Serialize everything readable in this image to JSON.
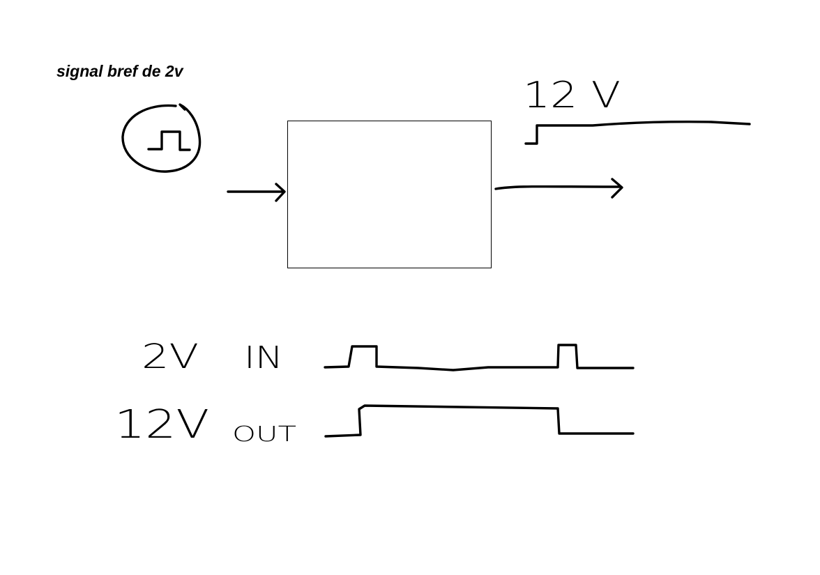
{
  "title": "signal bref de 2v",
  "output_level_label": "12 V",
  "rows": [
    {
      "id": "in",
      "voltage": "2V",
      "direction": "IN"
    },
    {
      "id": "out",
      "voltage": "12V",
      "direction": "OUT"
    }
  ]
}
